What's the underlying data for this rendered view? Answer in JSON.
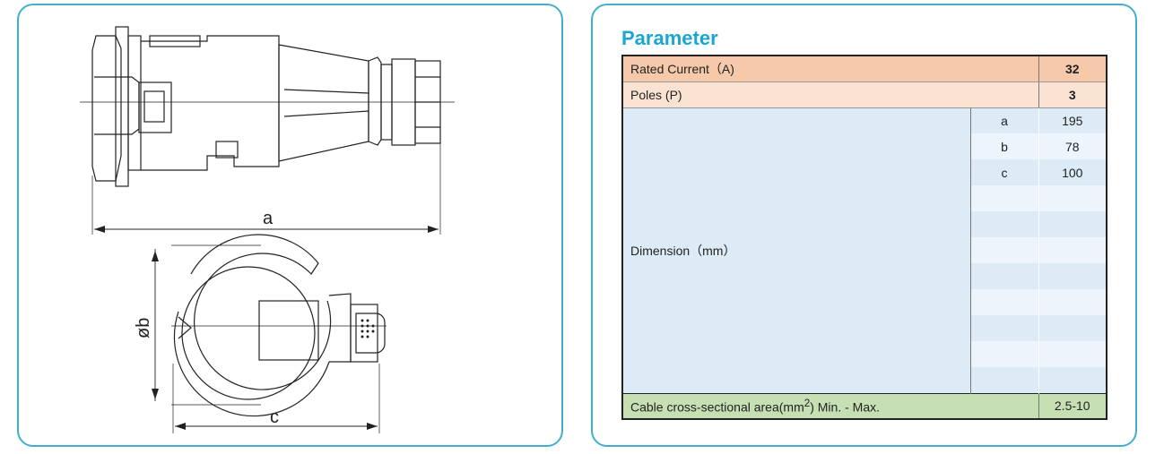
{
  "drawing": {
    "label_a": "a",
    "label_b": "øb",
    "label_c": "c"
  },
  "parameter": {
    "title": "Parameter",
    "rated_current_label": "Rated Current（A)",
    "rated_current_value": "32",
    "poles_label": "Poles (P)",
    "poles_value": "3",
    "dimension_label": "Dimension（mm）",
    "dimensions": [
      {
        "key": "a",
        "value": "195"
      },
      {
        "key": "b",
        "value": "78"
      },
      {
        "key": "c",
        "value": "100"
      }
    ],
    "cable_label_pre": "Cable cross-sectional area(mm",
    "cable_label_sup": "2",
    "cable_label_post": ") Min. - Max.",
    "cable_value": "2.5-10"
  },
  "colors": {
    "border": "#44aec8",
    "title": "#1ba6d1",
    "rated_row": "#f5c9a9",
    "poles_row": "#fbe3d3",
    "dimension_row": "#ddebf7",
    "cable_row": "#c6e0b4"
  }
}
